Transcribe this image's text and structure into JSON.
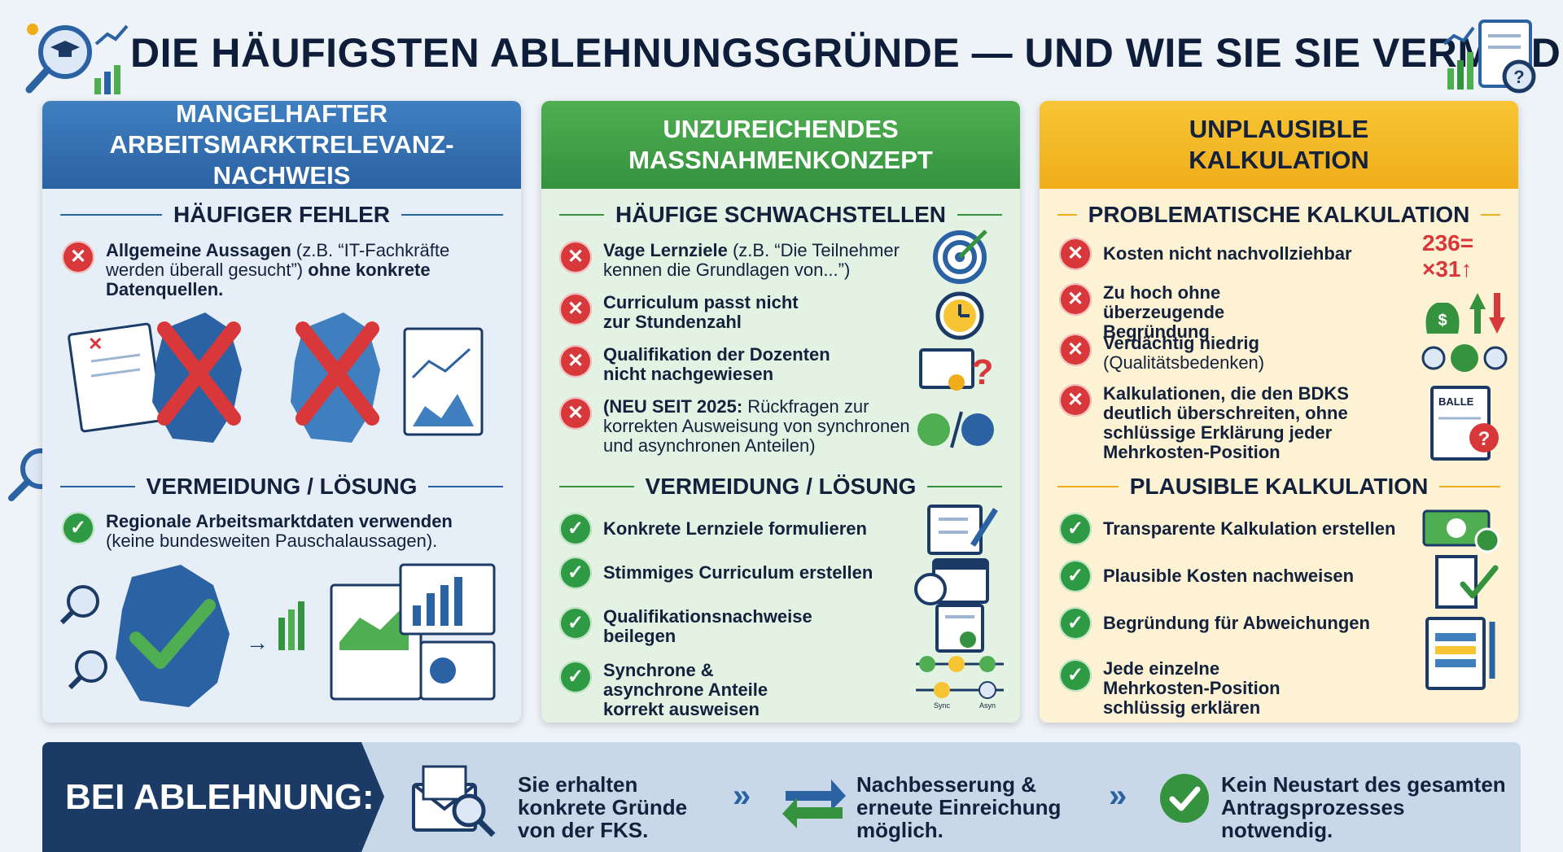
{
  "title": "DIE HÄUFIGSTEN ABLEHNUNGSGRÜNDE — UND WIE SIE SIE VERMEIDEN",
  "colors": {
    "blue": "#2b62a3",
    "green": "#35923e",
    "yellow": "#f0ad1a",
    "red": "#d8383a",
    "navy": "#1b3b66"
  },
  "panel1": {
    "title_line1": "MANGELHAFTER",
    "title_line2": "ARBEITSMARKTRELEVANZ-NACHWEIS",
    "section1": "HÄUFIGER FEHLER",
    "error": {
      "bold1": "Allgemeine Aussagen",
      "normal1": " (z.B. “IT-Fachkräfte werden überall gesucht”) ",
      "bold2": "ohne konkrete Datenquellen."
    },
    "section2": "VERMEIDUNG / LÖSUNG",
    "solution": {
      "bold": "Regionale Arbeitsmarktdaten verwenden",
      "normal": "(keine bundesweiten Pauschalaussagen)."
    }
  },
  "panel2": {
    "title_line1": "UNZUREICHENDES",
    "title_line2": "MASSNAHMENKONZEPT",
    "section1": "HÄUFIGE SCHWACHSTELLEN",
    "errors": [
      {
        "bold": "Vage Lernziele",
        "normal": " (z.B. “Die Teilnehmer kennen die Grundlagen von...”)"
      },
      {
        "bold": "Curriculum passt nicht zur Stundenzahl",
        "normal": ""
      },
      {
        "bold": "Qualifikation der Dozenten nicht nachgewiesen",
        "normal": ""
      },
      {
        "bold": "(NEU SEIT 2025:",
        "normal": " Rückfragen zur korrekten Ausweisung von synchronen und asynchronen Anteilen)"
      }
    ],
    "section2": "VERMEIDUNG / LÖSUNG",
    "solutions": [
      "Konkrete Lernziele formulieren",
      "Stimmiges Curriculum erstellen",
      "Qualifikationsnachweise beilegen",
      "Synchrone & asynchrone Anteile korrekt ausweisen"
    ],
    "sync_label": "Sync",
    "async_label": "Asyn"
  },
  "panel3": {
    "title_line1": "UNPLAUSIBLE",
    "title_line2": "KALKULATION",
    "section1": "PROBLEMATISCHE KALKULATION",
    "errors": [
      {
        "bold": "Kosten nicht nachvollziehbar",
        "normal": ""
      },
      {
        "bold": "Zu hoch ohne überzeugende Begründung",
        "normal": ""
      },
      {
        "bold": "Verdächtig niedrig",
        "normal": " (Qualitätsbedenken)"
      },
      {
        "bold": "Kalkulationen, die den BDKS deutlich überschreiten, ohne schlüssige Erklärung jeder Mehrkosten-Position",
        "normal": ""
      }
    ],
    "section2": "PLAUSIBLE KALKULATION",
    "solutions": [
      "Transparente Kalkulation erstellen",
      "Plausible Kosten nachweisen",
      "Begründung für Abweichungen",
      "Jede einzelne Mehrkosten-Position schlüssig erklären"
    ],
    "calc_row1": "236=",
    "calc_row2": "×31↑",
    "doc_label": "BALLE"
  },
  "bottom": {
    "label": "BEI ABLEHNUNG:",
    "steps": [
      "Sie erhalten konkrete Gründe von der FKS.",
      "Nachbesserung & erneute Einreichung möglich.",
      "Kein Neustart des gesamten Antragsprozesses notwendig."
    ],
    "chevron": "»"
  }
}
